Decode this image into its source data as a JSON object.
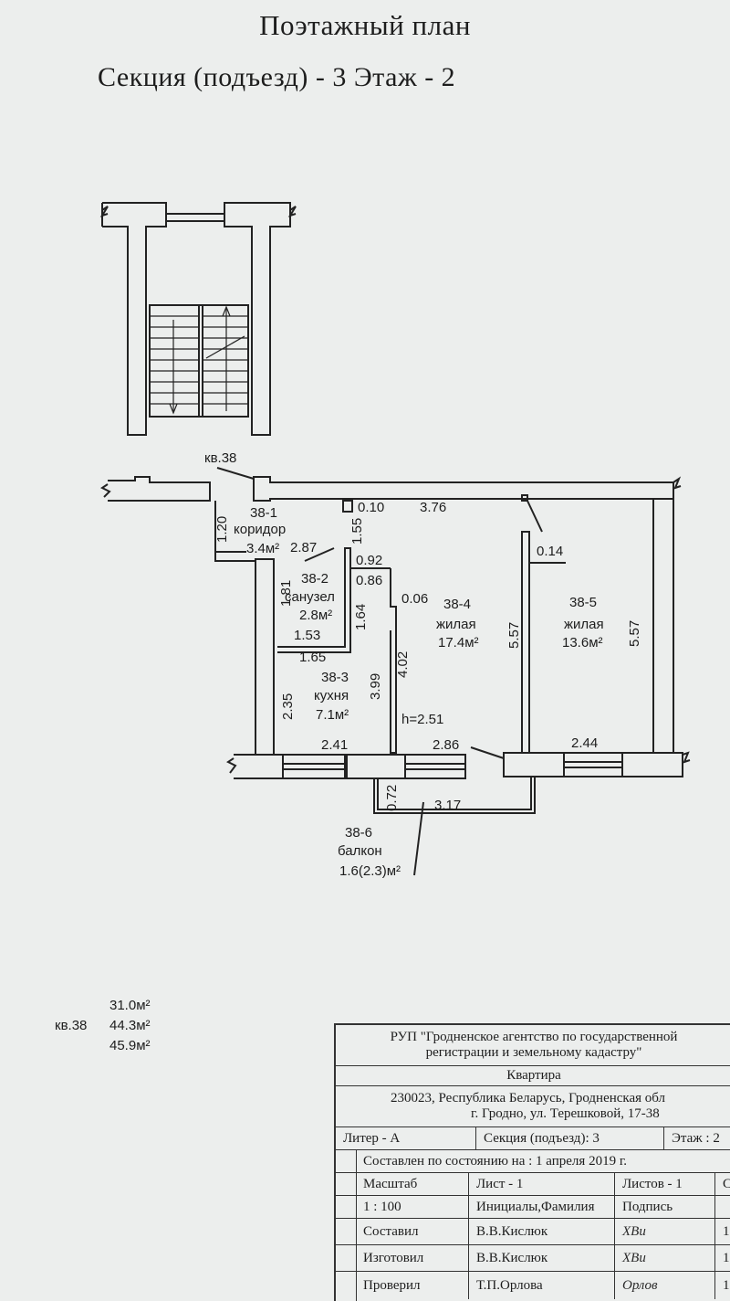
{
  "header": {
    "title": "Поэтажный план",
    "subtitle": "Секция (подъезд) - 3   Этаж - 2"
  },
  "plan": {
    "apartment_label": "кв.38",
    "rooms": [
      {
        "id": "38-1",
        "name": "коридор",
        "area": "3.4м²"
      },
      {
        "id": "38-2",
        "name": "санузел",
        "area": "2.8м²"
      },
      {
        "id": "38-3",
        "name": "кухня",
        "area": "7.1м²"
      },
      {
        "id": "38-4",
        "name": "жилая",
        "area": "17.4м²"
      },
      {
        "id": "38-5",
        "name": "жилая",
        "area": "13.6м²"
      },
      {
        "id": "38-6",
        "name": "балкон",
        "area": "1.6(2.3)м²"
      }
    ],
    "dimensions": [
      "0.10",
      "3.76",
      "1.20",
      "1.55",
      "2.87",
      "0.92",
      "0.86",
      "0.06",
      "0.14",
      "1.81",
      "1.64",
      "1.53",
      "5.57",
      "5.57",
      "1.65",
      "4.02",
      "3.99",
      "2.35",
      "h=2.51",
      "2.41",
      "2.86",
      "2.44",
      "0.72",
      "3.17"
    ]
  },
  "totals": {
    "label": "кв.38",
    "values": [
      "31.0м²",
      "44.3м²",
      "45.9м²"
    ]
  },
  "stamp": {
    "org_line1": "РУП \"Гродненское агентство по государственной",
    "org_line2": "регистрации  и земельному кадастру\"",
    "object": "Квартира",
    "address1": "230023, Республика Беларусь, Гродненская обл",
    "address2": "г. Гродно, ул. Терешковой, 17-38",
    "liter": "Литер - А",
    "section": "Секция (подъезд): 3",
    "floor": "Этаж : 2",
    "date_line": "Составлен по состоянию на : 1 апреля 2019 г.",
    "scale_label": "Масштаб",
    "sheet": "Лист -  1",
    "sheets": "Листов - 1",
    "extra_col": "С",
    "scale_value": "1 : 100",
    "initials_label": "Инициалы,Фамилия",
    "signature_label": "Подпись",
    "rows": [
      {
        "role": "Составил",
        "name": "В.В.Кислюк",
        "signature": "ХВи",
        "date": "1"
      },
      {
        "role": "Изготовил",
        "name": "В.В.Кислюк",
        "signature": "ХВи",
        "date": "1"
      },
      {
        "role": "Проверил",
        "name": "Т.П.Орлова",
        "signature": "Орлов",
        "date": "1("
      }
    ]
  }
}
